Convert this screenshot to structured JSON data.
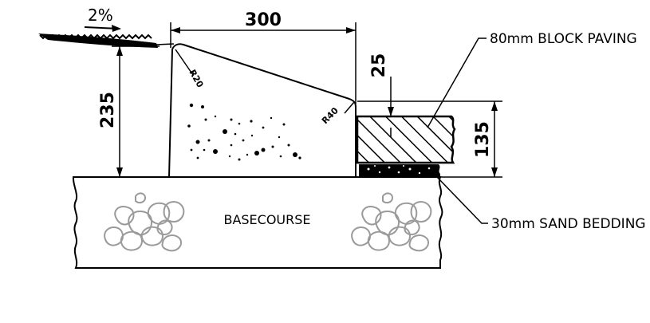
{
  "labels": {
    "slope": "2%",
    "dim_width": "300",
    "dim_height_left": "235",
    "dim_step": "25",
    "dim_height_right": "135",
    "radius_top": "R20",
    "radius_bottom": "R40",
    "paving_note": "80mm BLOCK PAVING",
    "bedding_note": "30mm SAND BEDDING",
    "basecourse": "BASECOURSE"
  },
  "colors": {
    "line": "#000000",
    "stone": "#9a9a9a",
    "background": "#ffffff"
  }
}
